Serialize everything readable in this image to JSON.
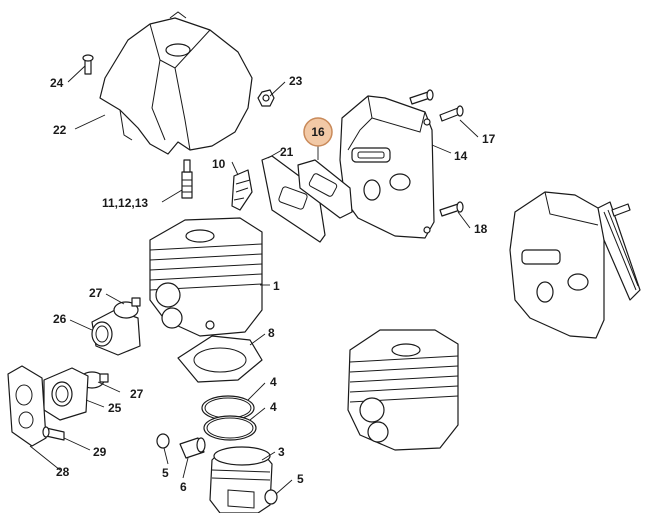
{
  "diagram": {
    "highlight": {
      "label": "16",
      "color": "#f2c9a6",
      "stroke": "#c98a5a"
    },
    "callouts": [
      {
        "id": "24",
        "label": "24"
      },
      {
        "id": "23",
        "label": "23"
      },
      {
        "id": "22",
        "label": "22"
      },
      {
        "id": "17",
        "label": "17"
      },
      {
        "id": "14",
        "label": "14"
      },
      {
        "id": "10",
        "label": "10"
      },
      {
        "id": "21",
        "label": "21"
      },
      {
        "id": "11-12-13",
        "label": "11,12,13"
      },
      {
        "id": "18",
        "label": "18"
      },
      {
        "id": "1",
        "label": "1"
      },
      {
        "id": "27a",
        "label": "27"
      },
      {
        "id": "26",
        "label": "26"
      },
      {
        "id": "8",
        "label": "8"
      },
      {
        "id": "27b",
        "label": "27"
      },
      {
        "id": "25",
        "label": "25"
      },
      {
        "id": "4a",
        "label": "4"
      },
      {
        "id": "4b",
        "label": "4"
      },
      {
        "id": "29",
        "label": "29"
      },
      {
        "id": "3",
        "label": "3"
      },
      {
        "id": "5a",
        "label": "5"
      },
      {
        "id": "5b",
        "label": "5"
      },
      {
        "id": "6",
        "label": "6"
      },
      {
        "id": "28",
        "label": "28"
      }
    ]
  }
}
